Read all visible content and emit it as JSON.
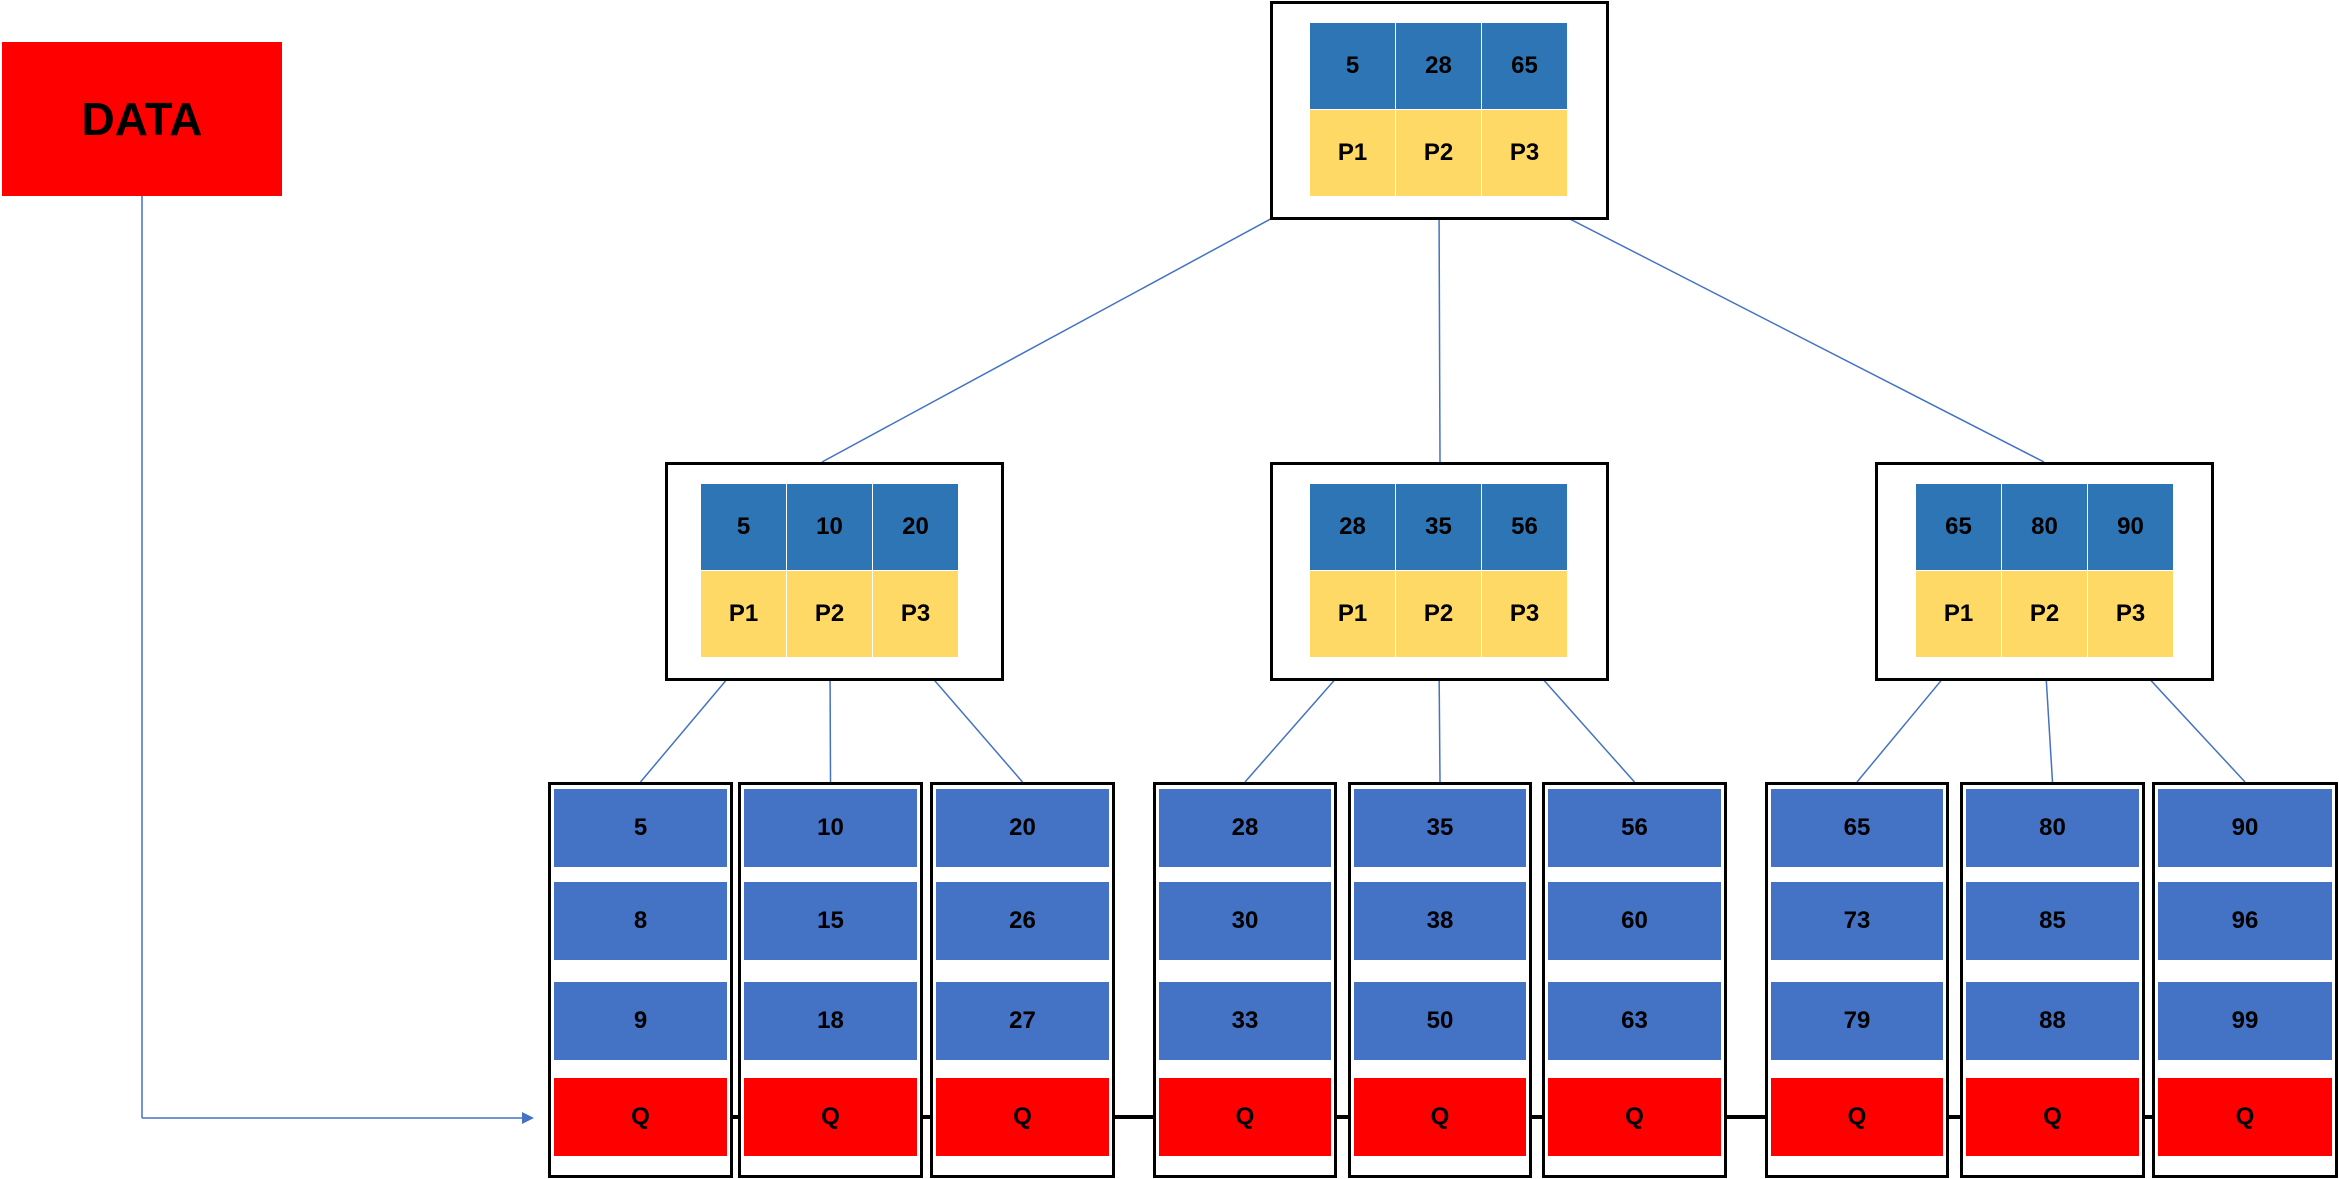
{
  "data_label": "DATA",
  "colors": {
    "key": "#2E75B6",
    "pointer": "#FFD966",
    "leaf_key": "#4472C4",
    "leaf_link": "#FF0000",
    "data_box": "#FF0000",
    "edge": "#4472C4",
    "arrow": "#000000"
  },
  "root": {
    "keys": [
      "5",
      "28",
      "65"
    ],
    "pointers": [
      "P1",
      "P2",
      "P3"
    ]
  },
  "internal": [
    {
      "keys": [
        "5",
        "10",
        "20"
      ],
      "pointers": [
        "P1",
        "P2",
        "P3"
      ]
    },
    {
      "keys": [
        "28",
        "35",
        "56"
      ],
      "pointers": [
        "P1",
        "P2",
        "P3"
      ]
    },
    {
      "keys": [
        "65",
        "80",
        "90"
      ],
      "pointers": [
        "P1",
        "P2",
        "P3"
      ]
    }
  ],
  "leaves": [
    {
      "keys": [
        "5",
        "8",
        "9"
      ],
      "link": "Q"
    },
    {
      "keys": [
        "10",
        "15",
        "18"
      ],
      "link": "Q"
    },
    {
      "keys": [
        "20",
        "26",
        "27"
      ],
      "link": "Q"
    },
    {
      "keys": [
        "28",
        "30",
        "33"
      ],
      "link": "Q"
    },
    {
      "keys": [
        "35",
        "38",
        "50"
      ],
      "link": "Q"
    },
    {
      "keys": [
        "56",
        "60",
        "63"
      ],
      "link": "Q"
    },
    {
      "keys": [
        "65",
        "73",
        "79"
      ],
      "link": "Q"
    },
    {
      "keys": [
        "80",
        "85",
        "88"
      ],
      "link": "Q"
    },
    {
      "keys": [
        "90",
        "96",
        "99"
      ],
      "link": "Q"
    }
  ]
}
